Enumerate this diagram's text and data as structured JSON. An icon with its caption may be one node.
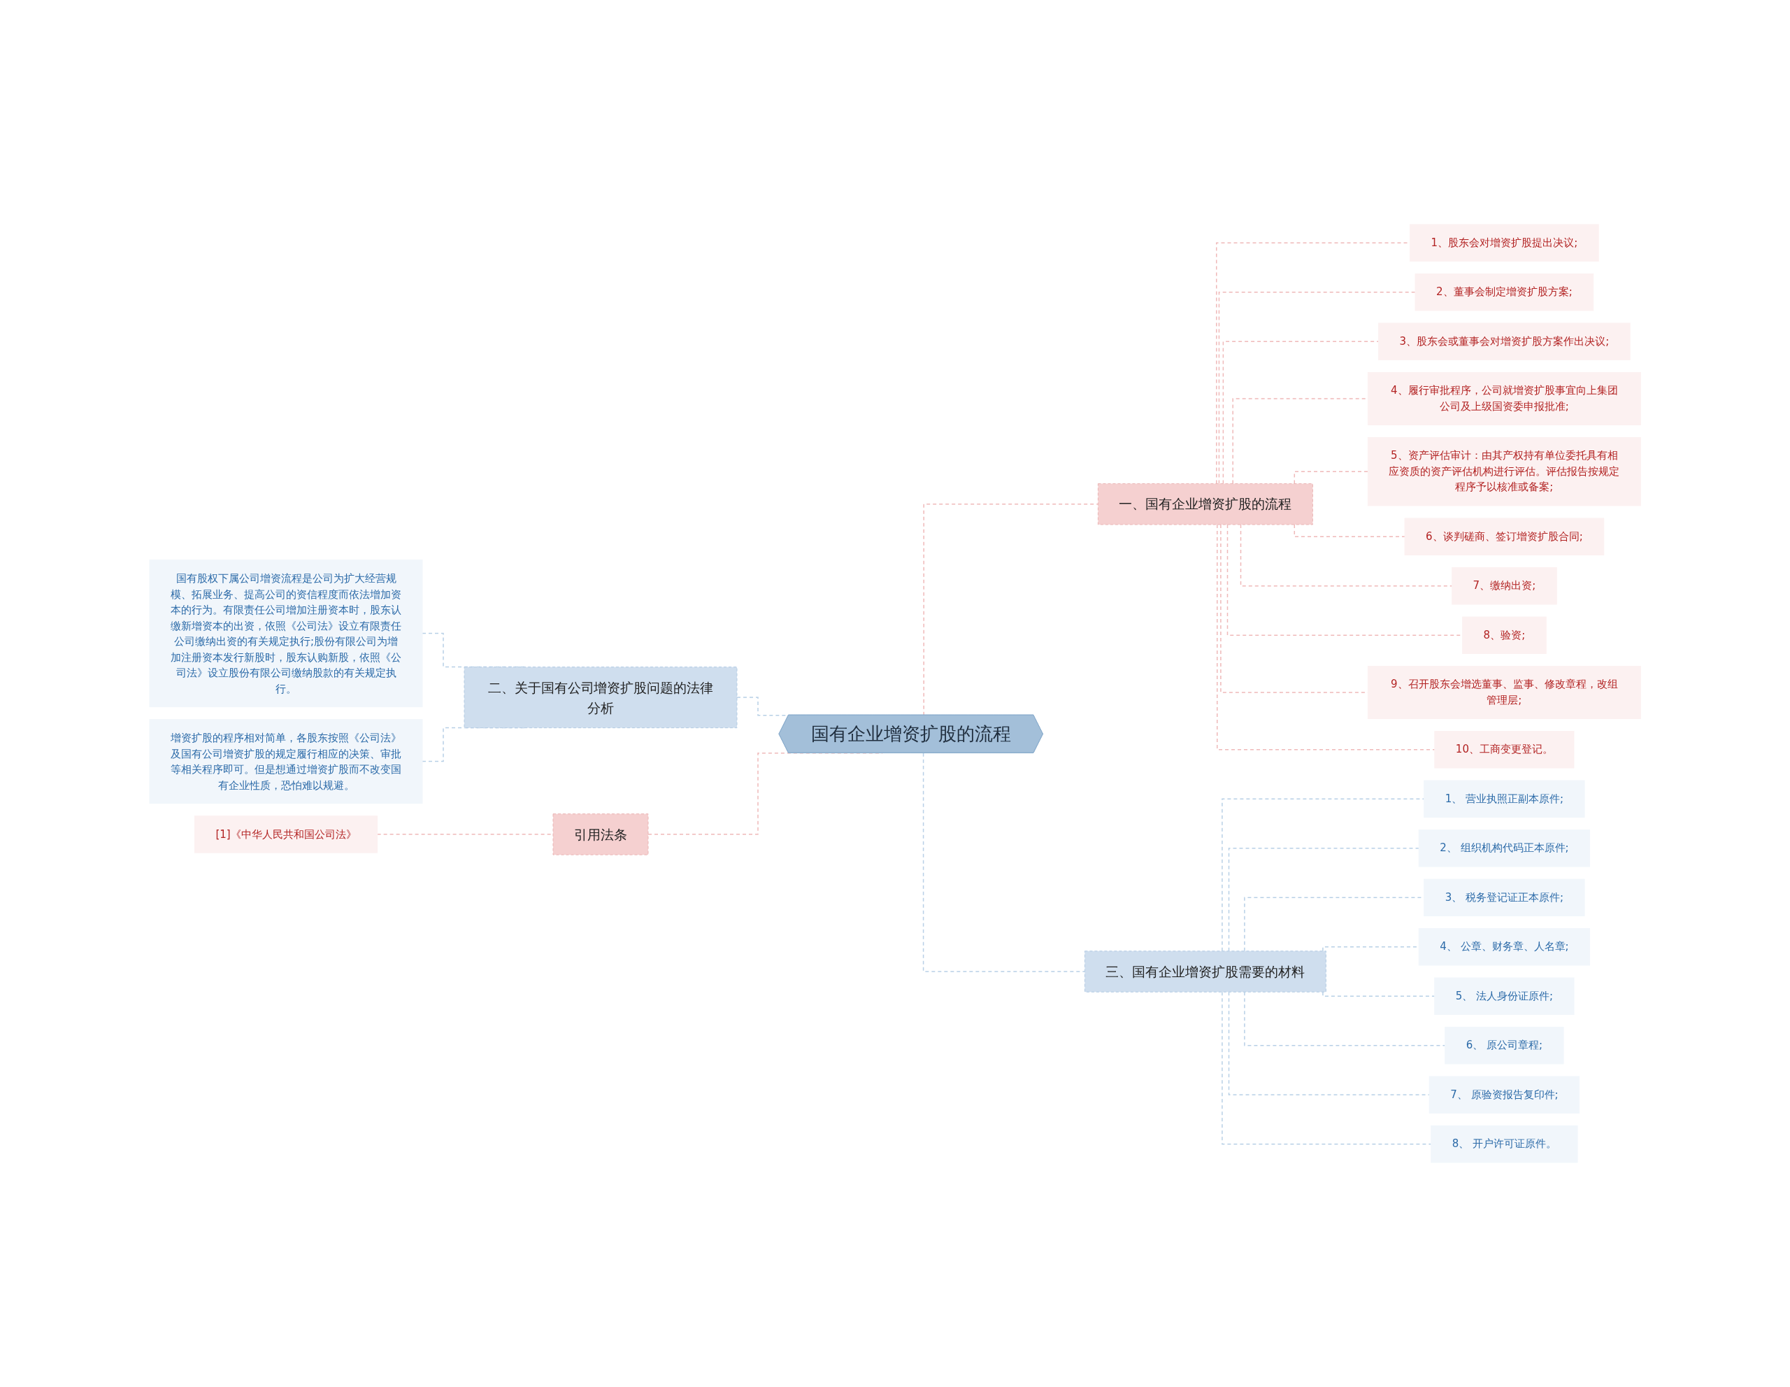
{
  "diagram": {
    "nodes": [
      {
        "text": [
          "国有企业增资扩股的流程"
        ]
      },
      {
        "text": [
          "一、国有企业增资扩股的流程"
        ]
      },
      {
        "text": [
          "1、股东会对增资扩股提出决议;"
        ]
      },
      {
        "text": [
          "2、董事会制定增资扩股方案;"
        ]
      },
      {
        "text": [
          "3、股东会或董事会对增资扩股方案作出决议;"
        ]
      },
      {
        "text": [
          "4、履行审批程序，公司就增资扩股事宜向上集团公司及上级国资委申报批准;"
        ]
      },
      {
        "text": [
          "5、资产评估审计：由其产权持有单位委托具有相应资质的资产评估机构进行评估。评估报告按规定程序予以核准或备案;"
        ]
      },
      {
        "text": [
          "6、谈判磋商、签订增资扩股合同;"
        ]
      },
      {
        "text": [
          "7、缴纳出资;"
        ]
      },
      {
        "text": [
          "8、验资;"
        ]
      },
      {
        "text": [
          "9、召开股东会增选董事、监事、修改章程，改组管理层;"
        ]
      },
      {
        "text": [
          "10、工商变更登记。"
        ]
      },
      {
        "text": [
          "三、国有企业增资扩股需要的材料"
        ]
      },
      {
        "text": [
          "1、 营业执照正副本原件;"
        ]
      },
      {
        "text": [
          "2、 组织机构代码正本原件;"
        ]
      },
      {
        "text": [
          "3、 税务登记证正本原件;"
        ]
      },
      {
        "text": [
          "4、 公章、财务章、人名章;"
        ]
      },
      {
        "text": [
          "5、 法人身份证原件;"
        ]
      },
      {
        "text": [
          "6、 原公司章程;"
        ]
      },
      {
        "text": [
          "7、 原验资报告复印件;"
        ]
      },
      {
        "text": [
          "8、 开户许可证原件。"
        ]
      },
      {
        "text": [
          "二、关于国有公司增资扩股问题的法律分析"
        ]
      },
      {
        "text": [
          "国有股权下属公司增资流程是公司为扩大经营规模、拓展业务、提高公司的资信程度而依法增加资本的行为。有限责任公司增加注册资本时，股东认缴新增资本的出资，依照《公司法》设立有限责任公司缴纳出资的有关规定执行;股份有限公司为增加注册资本发行新股时，股东认购新股，依照《公司法》设立股份有限公司缴纳股款的有关规定执行。"
        ]
      },
      {
        "text": [
          "增资扩股的程序相对简单，各股东按照《公司法》及国有公司增资扩股的规定履行相应的决策、审批等相关程序即可。但是想通过增资扩股而不改变国有企业性质，恐怕难以规避。"
        ]
      },
      {
        "text": [
          "引用法条"
        ]
      },
      {
        "text": [
          "[1]《中华人民共和国公司法》"
        ]
      }
    ],
    "edges": [
      {
        "from": 0,
        "to": 1,
        "arrow": "none",
        "style": "dashed"
      },
      {
        "from": 1,
        "to": 2,
        "arrow": "none",
        "style": "dashed"
      },
      {
        "from": 1,
        "to": 3,
        "arrow": "none",
        "style": "dashed"
      },
      {
        "from": 1,
        "to": 4,
        "arrow": "none",
        "style": "dashed"
      },
      {
        "from": 1,
        "to": 5,
        "arrow": "none",
        "style": "dashed"
      },
      {
        "from": 1,
        "to": 6,
        "arrow": "none",
        "style": "dashed"
      },
      {
        "from": 1,
        "to": 7,
        "arrow": "none",
        "style": "dashed"
      },
      {
        "from": 1,
        "to": 8,
        "arrow": "none",
        "style": "dashed"
      },
      {
        "from": 1,
        "to": 9,
        "arrow": "none",
        "style": "dashed"
      },
      {
        "from": 1,
        "to": 10,
        "arrow": "none",
        "style": "dashed"
      },
      {
        "from": 1,
        "to": 11,
        "arrow": "none",
        "style": "dashed"
      },
      {
        "from": 0,
        "to": 12,
        "arrow": "none",
        "style": "dashed",
        "color": "#b8d0e6"
      },
      {
        "from": 12,
        "to": 13,
        "arrow": "none",
        "style": "dashed",
        "color": "#b8d0e6"
      },
      {
        "from": 12,
        "to": 14,
        "arrow": "none",
        "style": "dashed",
        "color": "#b8d0e6"
      },
      {
        "from": 12,
        "to": 15,
        "arrow": "none",
        "style": "dashed",
        "color": "#b8d0e6"
      },
      {
        "from": 12,
        "to": 16,
        "arrow": "none",
        "style": "dashed",
        "color": "#b8d0e6"
      },
      {
        "from": 12,
        "to": 17,
        "arrow": "none",
        "style": "dashed",
        "color": "#b8d0e6"
      },
      {
        "from": 12,
        "to": 18,
        "arrow": "none",
        "style": "dashed",
        "color": "#b8d0e6"
      },
      {
        "from": 12,
        "to": 19,
        "arrow": "none",
        "style": "dashed",
        "color": "#b8d0e6"
      },
      {
        "from": 12,
        "to": 20,
        "arrow": "none",
        "style": "dashed",
        "color": "#b8d0e6"
      },
      {
        "from": 21,
        "to": 0,
        "arrow": "none",
        "style": "dashed",
        "color": "#b8d0e6"
      },
      {
        "from": 22,
        "to": 21,
        "arrow": "none",
        "style": "dashed",
        "color": "#b8d0e6"
      },
      {
        "from": 23,
        "to": 21,
        "arrow": "none",
        "style": "dashed",
        "color": "#b8d0e6"
      },
      {
        "from": 24,
        "to": 0,
        "arrow": "none",
        "style": "dashed"
      },
      {
        "from": 25,
        "to": 24,
        "arrow": "none",
        "style": "dashed"
      }
    ]
  }
}
